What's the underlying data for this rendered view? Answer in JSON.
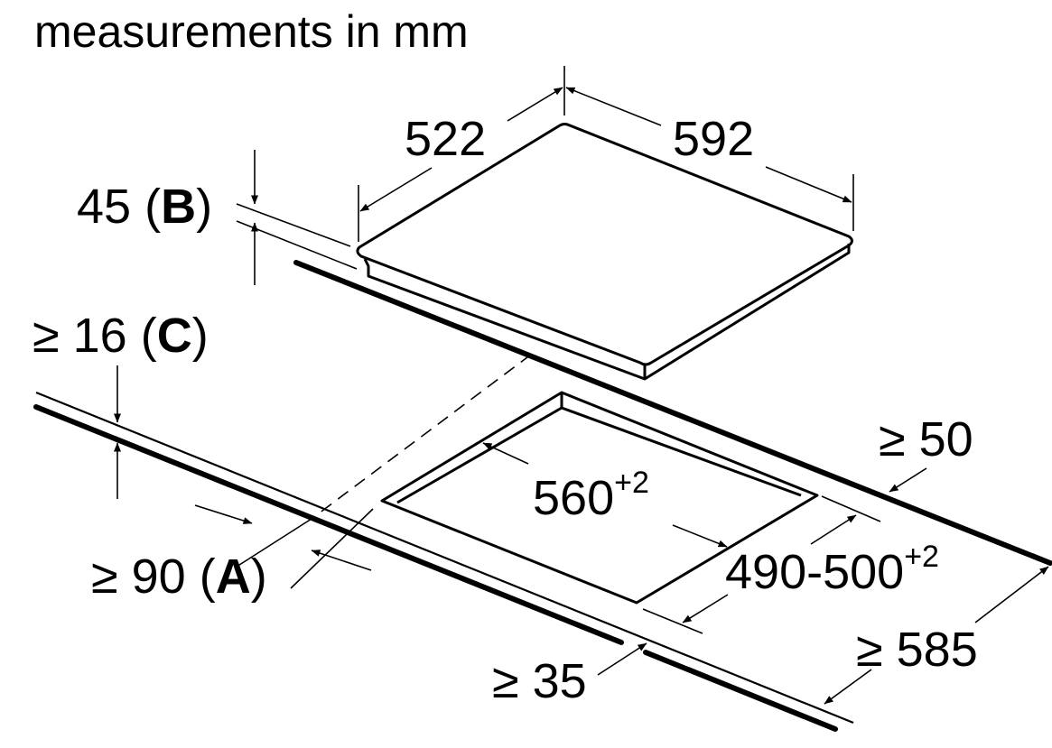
{
  "title": "measurements in mm",
  "dimensions": {
    "hob_depth": "522",
    "hob_width": "592",
    "hob_height_value": "45 (",
    "hob_height_letter": "B",
    "hob_height_close": ")",
    "worktop_thickness_value": "≥ 16 (",
    "worktop_thickness_letter": "C",
    "worktop_thickness_close": ")",
    "cutout_width": "560",
    "cutout_width_tol": "+2",
    "cutout_depth": "490-500",
    "cutout_depth_tol": "+2",
    "rear_clearance": "≥ 50",
    "front_clearance_value": "≥ 90 (",
    "front_clearance_letter": "A",
    "front_clearance_close": ")",
    "front_edge_distance": "≥ 35",
    "worktop_depth": "≥ 585"
  }
}
